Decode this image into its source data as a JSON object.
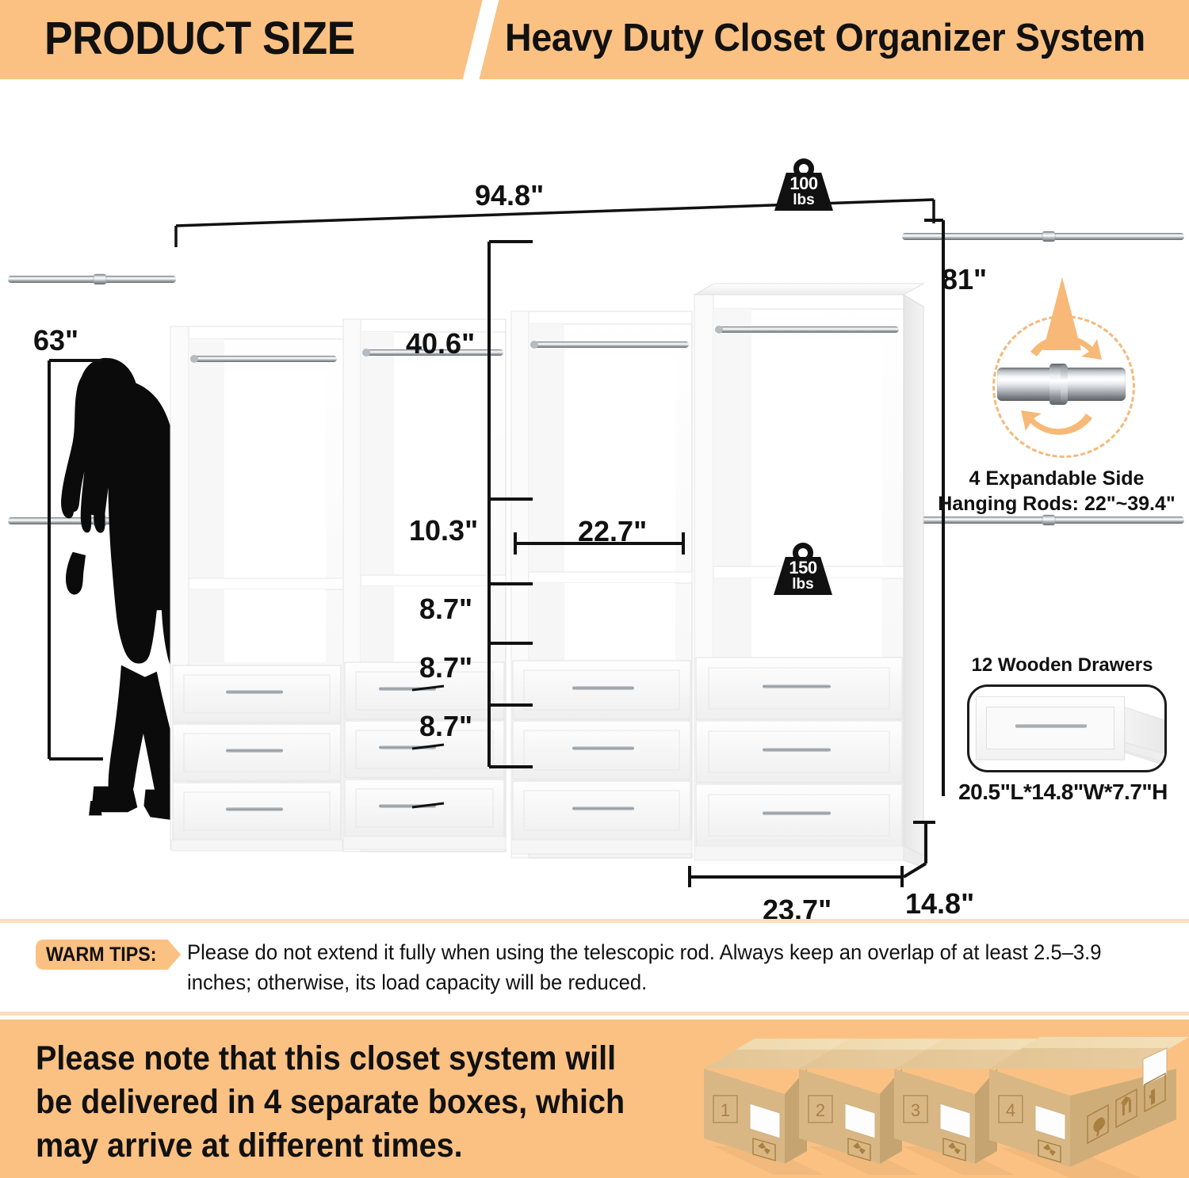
{
  "header": {
    "left_title": "PRODUCT SIZE",
    "right_title": "Heavy Duty Closet Organizer System",
    "bg_color": "#fbc183"
  },
  "diagram": {
    "dimensions": {
      "overall_width": "94.8\"",
      "overall_height": "81\"",
      "person_height": "63\"",
      "hanging_section_height": "40.6\"",
      "open_shelf_height": "10.3\"",
      "shelf_opening_width": "22.7\"",
      "drawer_height_1": "8.7\"",
      "drawer_height_2": "8.7\"",
      "drawer_height_3": "8.7\"",
      "base_width": "23.7\"",
      "base_depth": "14.8\""
    },
    "weight_badges": [
      {
        "name": "top-shelf-capacity",
        "value": "100",
        "unit": "lbs"
      },
      {
        "name": "lower-shelf-capacity",
        "value": "150",
        "unit": "lbs"
      }
    ],
    "rod_feature": {
      "caption_line1": "4 Expandable Side",
      "caption_line2": "Hanging Rods: 22\"~39.4\""
    },
    "drawer_feature": {
      "title": "12 Wooden Drawers",
      "dims": "20.5\"L*14.8\"W*7.7\"H"
    }
  },
  "tips": {
    "badge": "WARM TIPS:",
    "line1": "Please do not extend it fully when using the telescopic rod. Always keep an overlap of at least 2.5–3.9",
    "line2": "inches; otherwise, its load capacity will be reduced."
  },
  "banner": {
    "line1": "Please note that this closet system will",
    "line2": "be delivered in 4 separate boxes, which",
    "line3": "may arrive at different times.",
    "boxes": [
      {
        "label": "1"
      },
      {
        "label": "2"
      },
      {
        "label": "3"
      },
      {
        "label": "4"
      }
    ]
  }
}
